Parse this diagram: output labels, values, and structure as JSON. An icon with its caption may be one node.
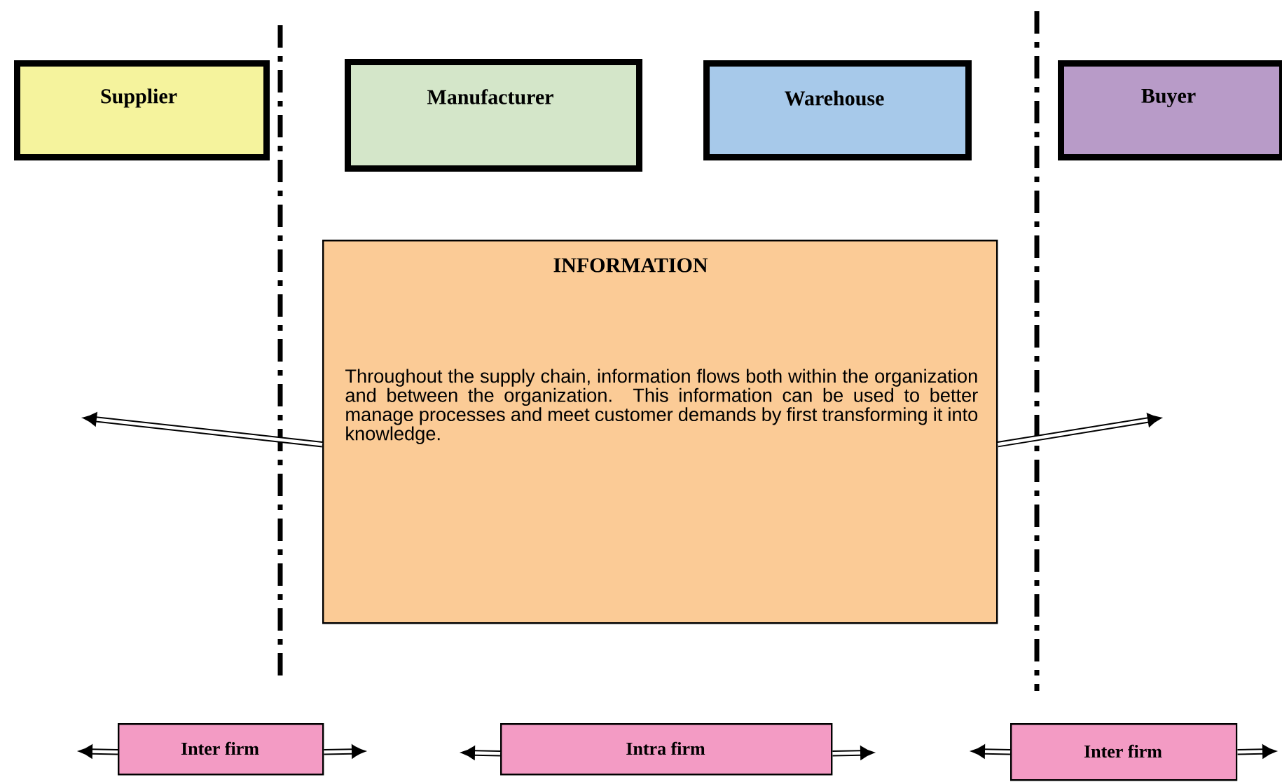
{
  "diagram": {
    "nodes": [
      {
        "text": [
          "Supplier"
        ]
      },
      {
        "text": [
          "Manufacturer"
        ]
      },
      {
        "text": [
          "Warehouse"
        ]
      },
      {
        "text": [
          "Buyer"
        ]
      },
      {
        "text": [
          "INFORMATION",
          "Throughout the supply chain, information flows both within the organization and between the organization. This information can be used to better manage processes and meet customer demands by first transforming it into knowledge."
        ]
      },
      {
        "text": [
          "Inter firm"
        ]
      },
      {
        "text": [
          "Intra firm"
        ]
      },
      {
        "text": [
          "Inter firm"
        ]
      }
    ],
    "edges": [
      {
        "from": 4,
        "to": null,
        "arrow": "to"
      },
      {
        "from": 4,
        "to": null,
        "arrow": "to"
      },
      {
        "from": 5,
        "to": null,
        "arrow": "to"
      },
      {
        "from": 5,
        "to": null,
        "arrow": "to"
      },
      {
        "from": 6,
        "to": null,
        "arrow": "to"
      },
      {
        "from": 6,
        "to": null,
        "arrow": "to"
      },
      {
        "from": 7,
        "to": null,
        "arrow": "to"
      },
      {
        "from": 7,
        "to": null,
        "arrow": "to"
      }
    ]
  }
}
